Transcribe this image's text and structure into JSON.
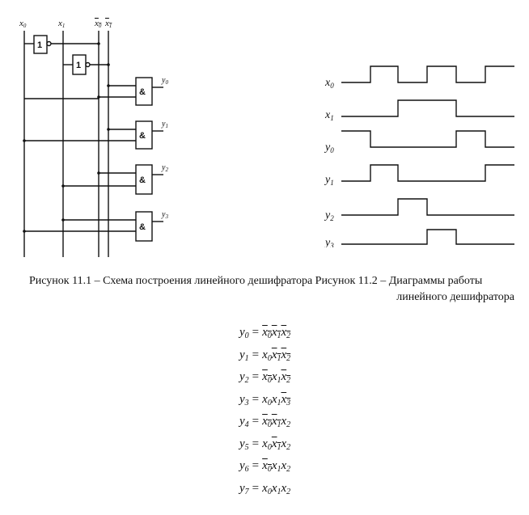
{
  "circuit": {
    "inputs": [
      "x",
      "x",
      "x",
      "x"
    ],
    "input_subs": [
      "0",
      "1",
      "0",
      "1"
    ],
    "input_overbar": [
      false,
      false,
      true,
      true
    ],
    "not_label": "1",
    "and_label": "&",
    "outputs": [
      "y",
      "y",
      "y",
      "y"
    ],
    "output_subs": [
      "0",
      "1",
      "2",
      "3"
    ]
  },
  "timing": {
    "signals": [
      {
        "name": "x",
        "sub": "0"
      },
      {
        "name": "x",
        "sub": "1"
      },
      {
        "name": "y",
        "sub": "0"
      },
      {
        "name": "y",
        "sub": "1"
      },
      {
        "name": "y",
        "sub": "2"
      },
      {
        "name": "y",
        "sub": "3"
      }
    ]
  },
  "caption": {
    "part1": "Рисунок 11.1 – Схема построения линейного дешифратора Рисунок 11.2 – Диаграммы работы",
    "part2": "линейного дешифратора"
  },
  "equations": [
    {
      "lhs": "y",
      "lhs_sub": "0",
      "terms": [
        {
          "v": "x",
          "s": "0",
          "bar": true
        },
        {
          "v": "x",
          "s": "1",
          "bar": true
        },
        {
          "v": "x",
          "s": "2",
          "bar": true
        }
      ]
    },
    {
      "lhs": "y",
      "lhs_sub": "1",
      "terms": [
        {
          "v": "x",
          "s": "0",
          "bar": false
        },
        {
          "v": "x",
          "s": "1",
          "bar": true
        },
        {
          "v": "x",
          "s": "2",
          "bar": true
        }
      ]
    },
    {
      "lhs": "y",
      "lhs_sub": "2",
      "terms": [
        {
          "v": "x",
          "s": "0",
          "bar": true
        },
        {
          "v": "x",
          "s": "1",
          "bar": false
        },
        {
          "v": "x",
          "s": "2",
          "bar": true
        }
      ]
    },
    {
      "lhs": "y",
      "lhs_sub": "3",
      "terms": [
        {
          "v": "x",
          "s": "0",
          "bar": false
        },
        {
          "v": "x",
          "s": "1",
          "bar": false
        },
        {
          "v": "x",
          "s": "3",
          "bar": true
        }
      ]
    },
    {
      "lhs": "y",
      "lhs_sub": "4",
      "terms": [
        {
          "v": "x",
          "s": "0",
          "bar": true
        },
        {
          "v": "x",
          "s": "1",
          "bar": true
        },
        {
          "v": "x",
          "s": "2",
          "bar": false
        }
      ]
    },
    {
      "lhs": "y",
      "lhs_sub": "5",
      "terms": [
        {
          "v": "x",
          "s": "0",
          "bar": false
        },
        {
          "v": "x",
          "s": "1",
          "bar": true
        },
        {
          "v": "x",
          "s": "2",
          "bar": false
        }
      ]
    },
    {
      "lhs": "y",
      "lhs_sub": "6",
      "terms": [
        {
          "v": "x",
          "s": "0",
          "bar": true
        },
        {
          "v": "x",
          "s": "1",
          "bar": false
        },
        {
          "v": "x",
          "s": "2",
          "bar": false
        }
      ]
    },
    {
      "lhs": "y",
      "lhs_sub": "7",
      "terms": [
        {
          "v": "x",
          "s": "0",
          "bar": false
        },
        {
          "v": "x",
          "s": "1",
          "bar": false
        },
        {
          "v": "x",
          "s": "2",
          "bar": false
        }
      ]
    }
  ]
}
